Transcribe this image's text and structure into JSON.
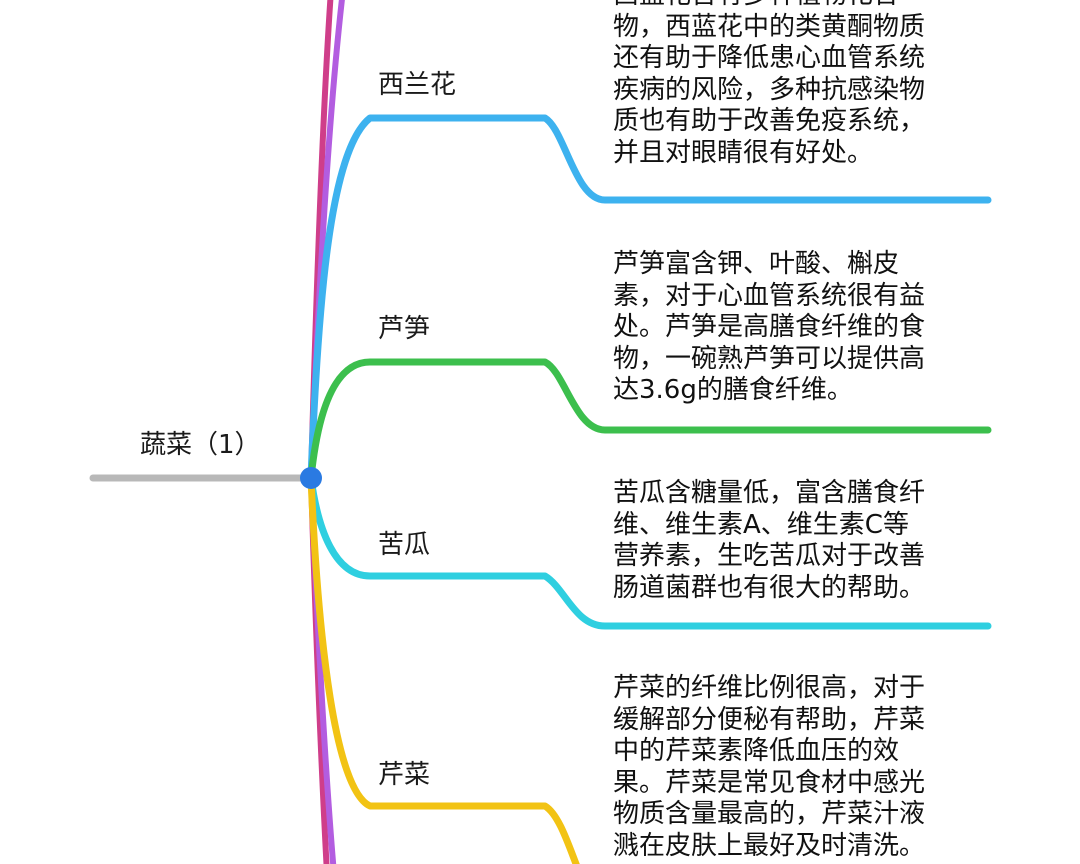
{
  "root": {
    "label": "蔬菜（1）"
  },
  "colors": {
    "root_line": "#b8b8b8",
    "root_dot": "#2a7ae2",
    "stem_magenta": "#cf3e8a",
    "stem_purple": "#b35de0",
    "broccoli": "#3db2ef",
    "asparagus": "#3cbf4d",
    "bitter_melon": "#2fcfe0",
    "celery": "#f2c314"
  },
  "branches": [
    {
      "name": "西兰花",
      "desc_lines": [
        "西蓝花含有多种植物化合",
        "物，西蓝花中的类黄酮物质",
        "还有助于降低患心血管系统",
        "疾病的风险，多种抗感染物",
        "质也有助于改善免疫系统，",
        "并且对眼睛很有好处。"
      ]
    },
    {
      "name": "芦笋",
      "desc_lines": [
        "芦笋富含钾、叶酸、槲皮",
        "素，对于心血管系统很有益",
        "处。芦笋是高膳食纤维的食",
        "物，一碗熟芦笋可以提供高",
        "达3.6g的膳食纤维。"
      ]
    },
    {
      "name": "苦瓜",
      "desc_lines": [
        "苦瓜含糖量低，富含膳食纤",
        "维、维生素A、维生素C等",
        "营养素，生吃苦瓜对于改善",
        "肠道菌群也有很大的帮助。"
      ]
    },
    {
      "name": "芹菜",
      "desc_lines": [
        "芹菜的纤维比例很高，对于",
        "缓解部分便秘有帮助，芹菜",
        "中的芹菜素降低血压的效",
        "果。芹菜是常见食材中感光",
        "物质含量最高的，芹菜汁液",
        "溅在皮肤上最好及时清洗。"
      ]
    }
  ]
}
